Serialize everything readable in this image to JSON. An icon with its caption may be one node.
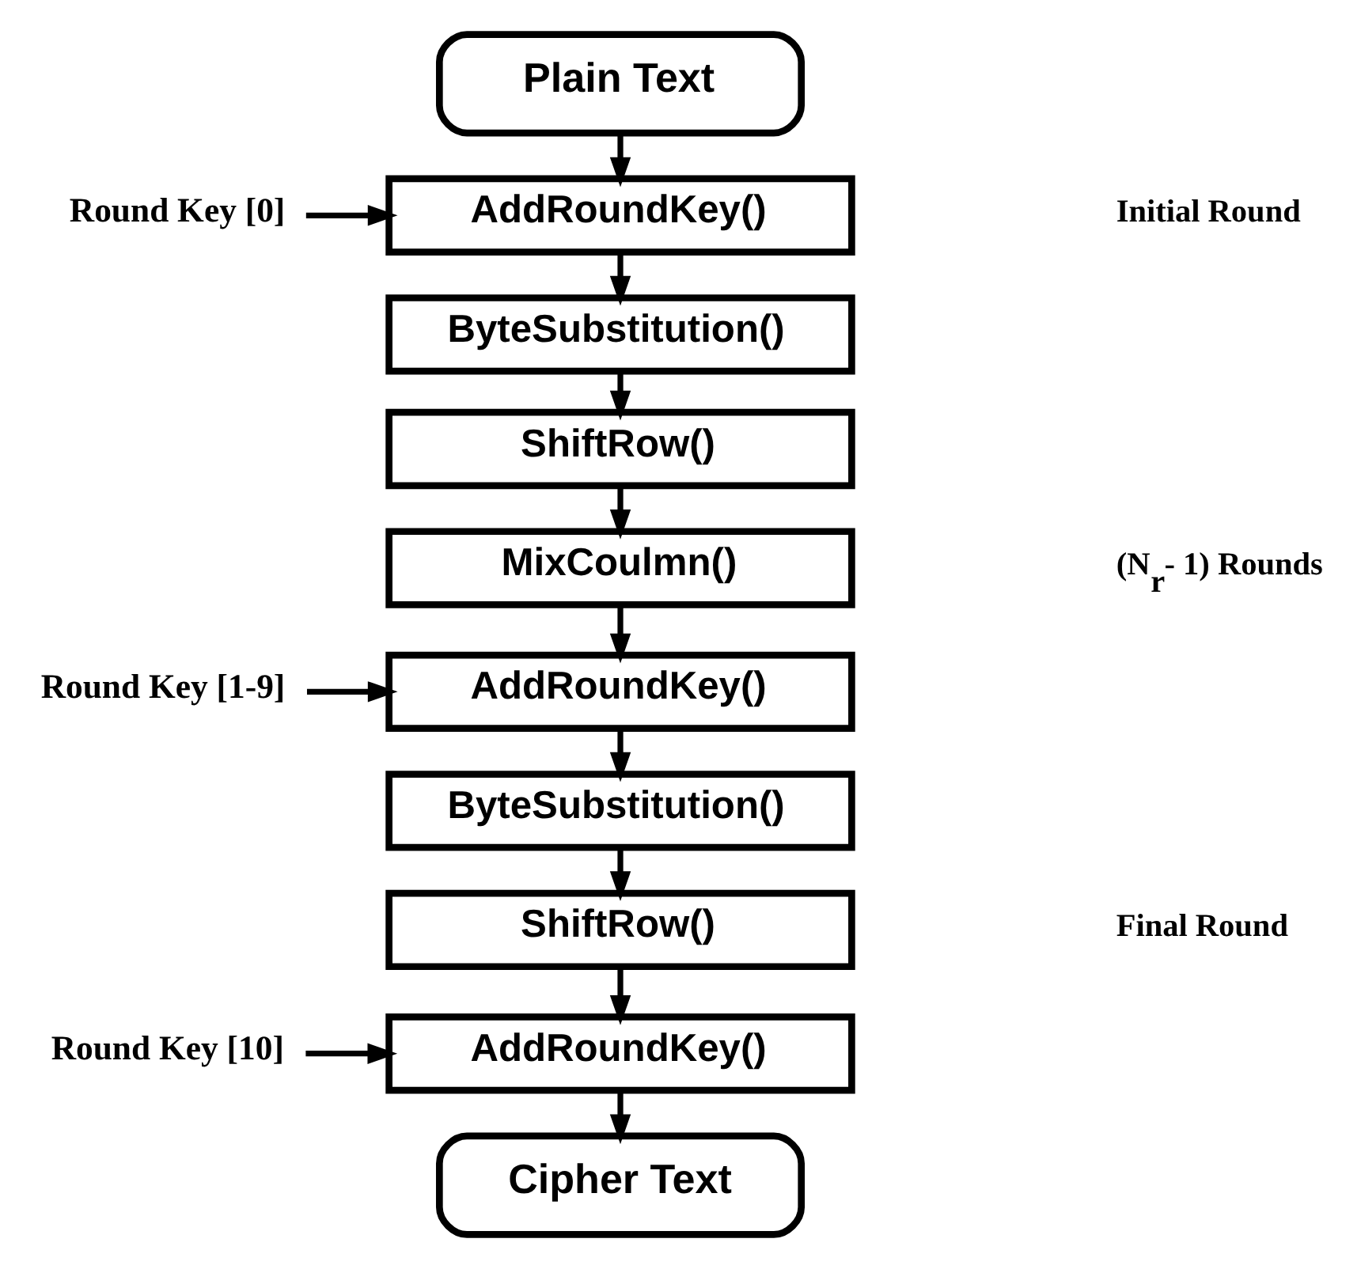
{
  "diagram": {
    "nodes": [
      {
        "text": [
          "Plain Text"
        ]
      },
      {
        "text": [
          "AddRoundKey()"
        ]
      },
      {
        "text": [
          "ByteSubstitution()"
        ]
      },
      {
        "text": [
          "ShiftRow()"
        ]
      },
      {
        "text": [
          "MixCoulmn()"
        ]
      },
      {
        "text": [
          "AddRoundKey()"
        ]
      },
      {
        "text": [
          "ByteSubstitution()"
        ]
      },
      {
        "text": [
          "ShiftRow()"
        ]
      },
      {
        "text": [
          "AddRoundKey()"
        ]
      },
      {
        "text": [
          "Cipher Text"
        ]
      },
      {
        "text": [
          "Round Key [0]"
        ]
      },
      {
        "text": [
          "Round Key [1-9]"
        ]
      },
      {
        "text": [
          "Round Key [10]"
        ]
      }
    ],
    "edges": [
      {
        "from": 0,
        "to": 1,
        "arrow": "to"
      },
      {
        "from": 1,
        "to": 2,
        "arrow": "to"
      },
      {
        "from": 2,
        "to": 3,
        "arrow": "to"
      },
      {
        "from": 3,
        "to": 4,
        "arrow": "to"
      },
      {
        "from": 4,
        "to": 5,
        "arrow": "to"
      },
      {
        "from": 5,
        "to": 6,
        "arrow": "to"
      },
      {
        "from": 6,
        "to": 7,
        "arrow": "to"
      },
      {
        "from": 7,
        "to": 8,
        "arrow": "to"
      },
      {
        "from": 8,
        "to": 9,
        "arrow": "to"
      },
      {
        "from": 10,
        "to": 1,
        "arrow": "to"
      },
      {
        "from": 11,
        "to": 5,
        "arrow": "to"
      },
      {
        "from": 12,
        "to": 8,
        "arrow": "to"
      }
    ],
    "labels": [
      "Initial Round",
      "(N$_{r}$- 1) Rounds",
      "Final Round"
    ]
  }
}
